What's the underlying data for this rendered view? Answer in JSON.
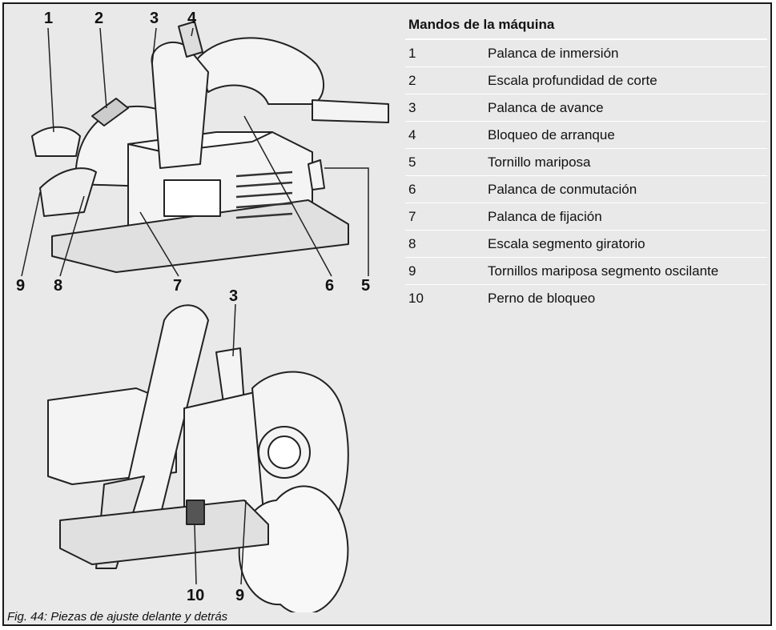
{
  "table": {
    "title": "Mandos de la máquina",
    "rows": [
      {
        "num": "1",
        "label": "Palanca de inmersión"
      },
      {
        "num": "2",
        "label": "Escala profundidad de corte"
      },
      {
        "num": "3",
        "label": "Palanca de avance"
      },
      {
        "num": "4",
        "label": "Bloqueo de arranque"
      },
      {
        "num": "5",
        "label": "Tornillo mariposa"
      },
      {
        "num": "6",
        "label": "Palanca de conmutación"
      },
      {
        "num": "7",
        "label": "Palanca de fijación"
      },
      {
        "num": "8",
        "label": "Escala segmento giratorio"
      },
      {
        "num": "9",
        "label": "Tornillos mariposa segmento oscilante"
      },
      {
        "num": "10",
        "label": "Perno de bloqueo"
      }
    ]
  },
  "figure": {
    "callouts_top": [
      "1",
      "2",
      "3",
      "4"
    ],
    "callouts_bottom_left": [
      "9",
      "8",
      "7",
      "6",
      "5"
    ],
    "callouts_rear_top": [
      "3"
    ],
    "callouts_rear_bottom": [
      "10",
      "9"
    ],
    "caption": "Fig. 44: Piezas de ajuste delante y detrás"
  },
  "colors": {
    "panel": "#e9e9e9",
    "border": "#1a1a1a",
    "row_separator": "#ffffff"
  }
}
